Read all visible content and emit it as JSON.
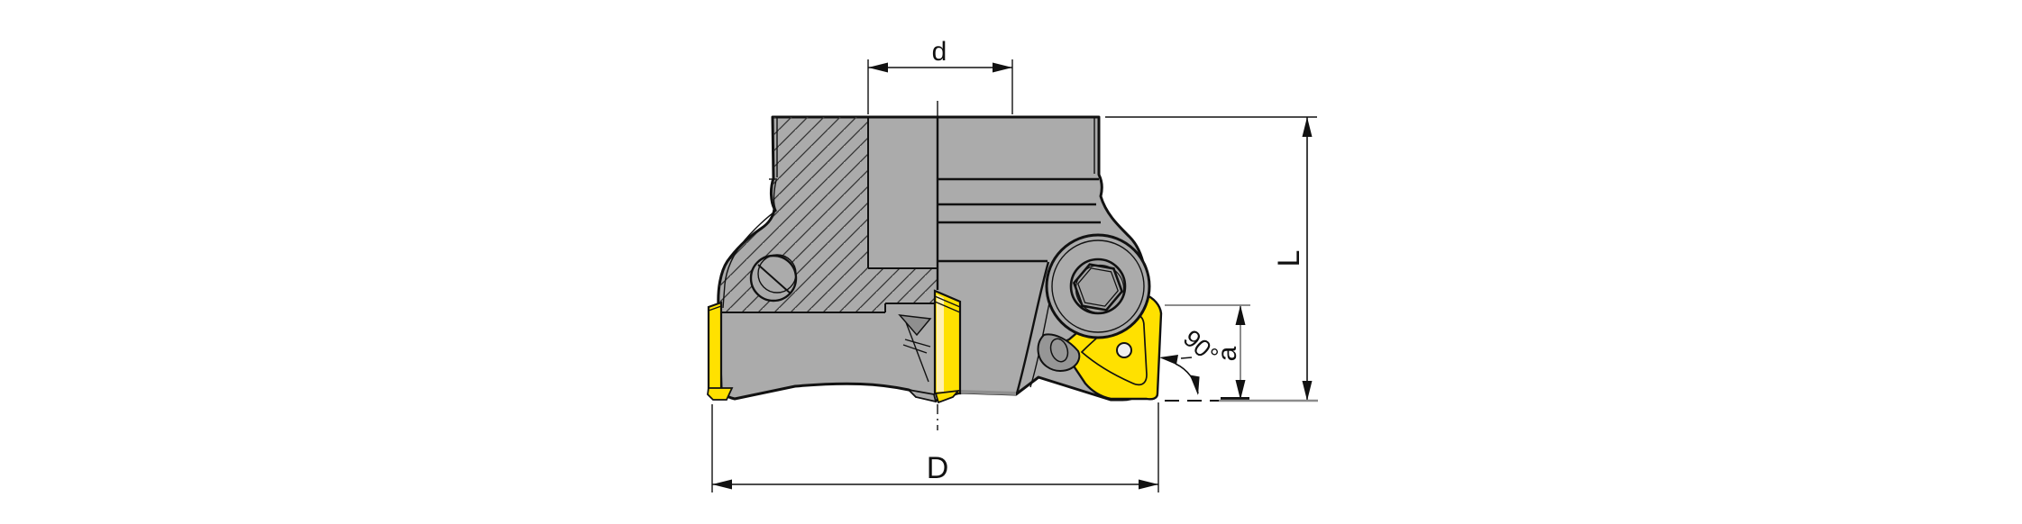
{
  "drawing": {
    "description": "Half-section technical drawing of an indexable face milling cutter with dimension annotations",
    "labels": {
      "bore_diameter": "d",
      "cutter_diameter": "D",
      "cutter_height": "L",
      "insert_projection": "a",
      "approach_angle": "90°"
    },
    "colors": {
      "background": "#FFFFFF",
      "body": "#ABABAB",
      "shadow": "#8F8F8F",
      "insert": "#FFE100",
      "insert_light": "#FFF0B0",
      "line": "#111111",
      "dim_gray": "#8C8C8C"
    }
  }
}
